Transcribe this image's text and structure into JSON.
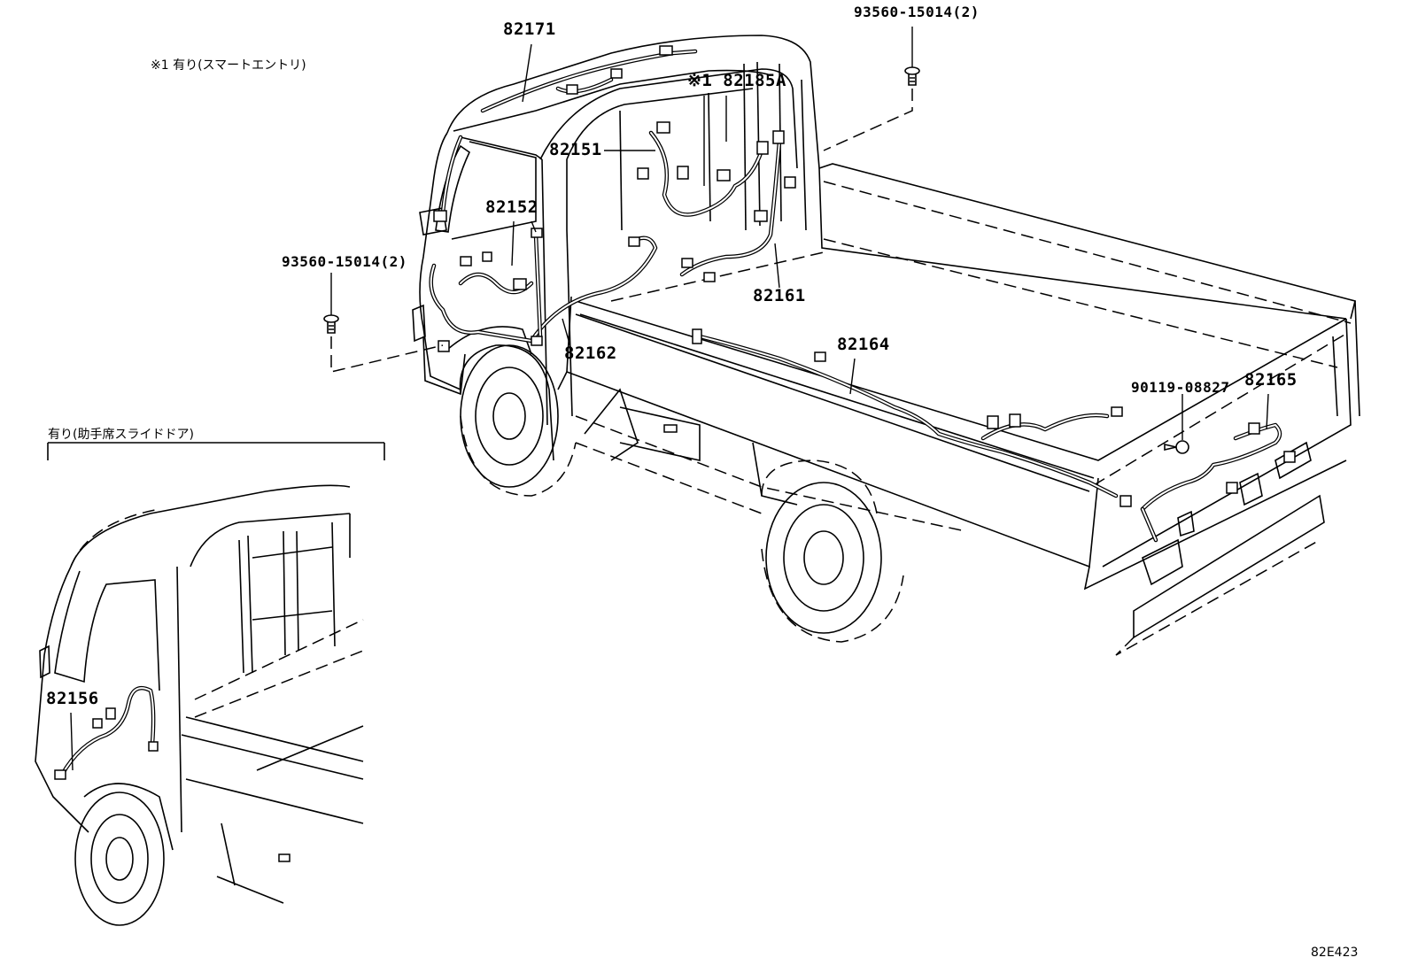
{
  "notes": {
    "smart_entry": "※1 有り(スマートエントリ)",
    "slide_door": "有り(助手席スライドドア)",
    "figure_code": "82E423"
  },
  "parts": {
    "p82171": "82171",
    "p82185a": "※1 82185A",
    "p82151": "82151",
    "p82152": "82152",
    "p82161": "82161",
    "p82162": "82162",
    "p82164": "82164",
    "p82165": "82165",
    "p82156": "82156",
    "bolt_top": "93560-15014(2)",
    "bolt_left": "93560-15014(2)",
    "clip": "90119-08827"
  }
}
